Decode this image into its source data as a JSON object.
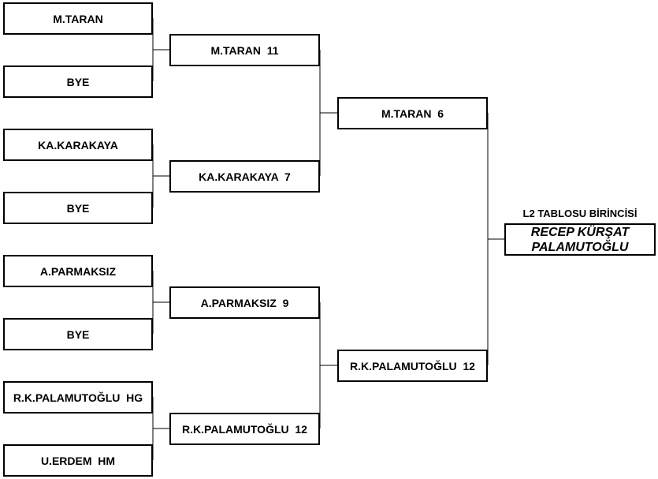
{
  "bracket": {
    "round1": [
      {
        "label": "M.TARAN"
      },
      {
        "label": "BYE"
      },
      {
        "label": "KA.KARAKAYA"
      },
      {
        "label": "BYE"
      },
      {
        "label": "A.PARMAKSIZ"
      },
      {
        "label": "BYE"
      },
      {
        "label": "R.K.PALAMUTOĞLU  HG"
      },
      {
        "label": "U.ERDEM  HM"
      }
    ],
    "round2": [
      {
        "label": "M.TARAN  11"
      },
      {
        "label": "KA.KARAKAYA  7"
      },
      {
        "label": "A.PARMAKSIZ  9"
      },
      {
        "label": "R.K.PALAMUTOĞLU  12"
      }
    ],
    "round3": [
      {
        "label": "M.TARAN  6"
      },
      {
        "label": "R.K.PALAMUTOĞLU  12"
      }
    ],
    "winner_caption": "L2 TABLOSU BİRİNCİSİ",
    "winner_name_line1": "RECEP KÜRŞAT",
    "winner_name_line2": "PALAMUTOĞLU"
  }
}
